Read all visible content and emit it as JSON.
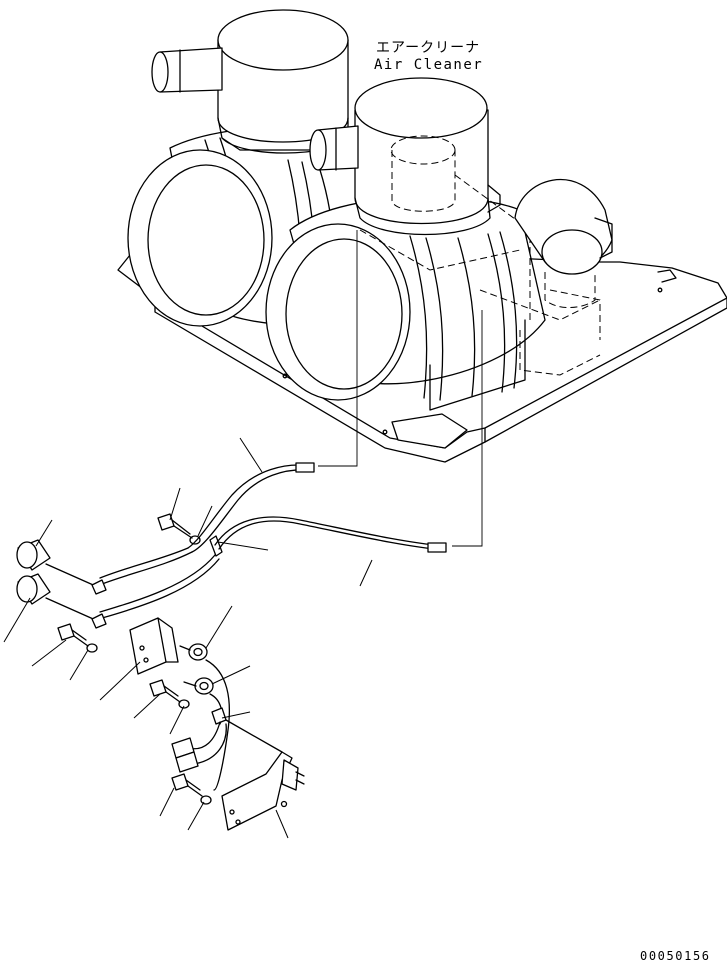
{
  "label": {
    "jp": "エアークリーナ",
    "en": "Air Cleaner"
  },
  "drawing_number": "00050156",
  "colors": {
    "line": "#000000",
    "background": "#ffffff"
  }
}
